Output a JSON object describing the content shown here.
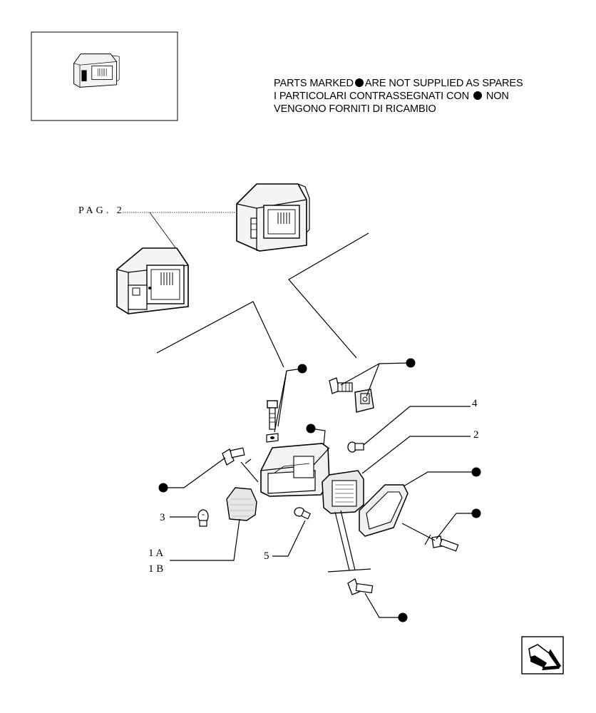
{
  "notice": {
    "line1_pre": "PARTS MARKED",
    "line1_post": "ARE NOT SUPPLIED AS SPARES",
    "line2_pre": "I PARTICOLARI CONTRASSEGNATI CON",
    "line2_post": "NON",
    "line3": "VENGONO FORNITI DI RICAMBIO"
  },
  "reference": {
    "label": "PAG. 2"
  },
  "callouts": {
    "c1a": "1 A",
    "c1b": "1 B",
    "c2": "2",
    "c3": "3",
    "c4": "4",
    "c5": "5"
  },
  "nav": {
    "next_icon": "arrow-next-page-icon"
  },
  "colors": {
    "ink": "#000000",
    "paper": "#ffffff",
    "shade": "#e6e6e6"
  }
}
